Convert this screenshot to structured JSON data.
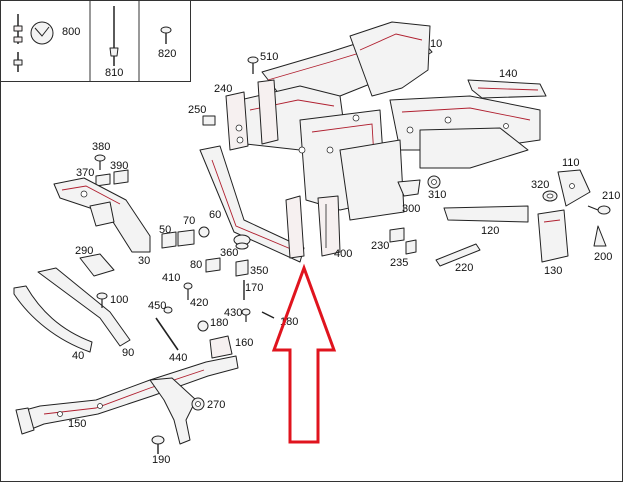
{
  "diagram": {
    "type": "exploded parts diagram",
    "inset_labels": [
      "800",
      "810",
      "820"
    ],
    "part_labels": {
      "p10": "10",
      "p30": "30",
      "p40": "40",
      "p50": "50",
      "p60": "60",
      "p70": "70",
      "p80": "80",
      "p90": "90",
      "p100": "100",
      "p110": "110",
      "p120": "120",
      "p130": "130",
      "p140": "140",
      "p150": "150",
      "p160": "160",
      "p170": "170",
      "p180a": "180",
      "p180b": "180",
      "p190": "190",
      "p200": "200",
      "p210": "210",
      "p220": "220",
      "p230": "230",
      "p235": "235",
      "p240": "240",
      "p250": "250",
      "p270": "270",
      "p290": "290",
      "p300": "300",
      "p310": "310",
      "p320": "320",
      "p350": "350",
      "p360": "360",
      "p370": "370",
      "p380": "380",
      "p390": "390",
      "p400": "400",
      "p410": "410",
      "p420": "420",
      "p430": "430",
      "p440": "440",
      "p450": "450",
      "p510": "510"
    },
    "highlight_arrow": {
      "color": "#e0141e",
      "direction": "up"
    }
  }
}
